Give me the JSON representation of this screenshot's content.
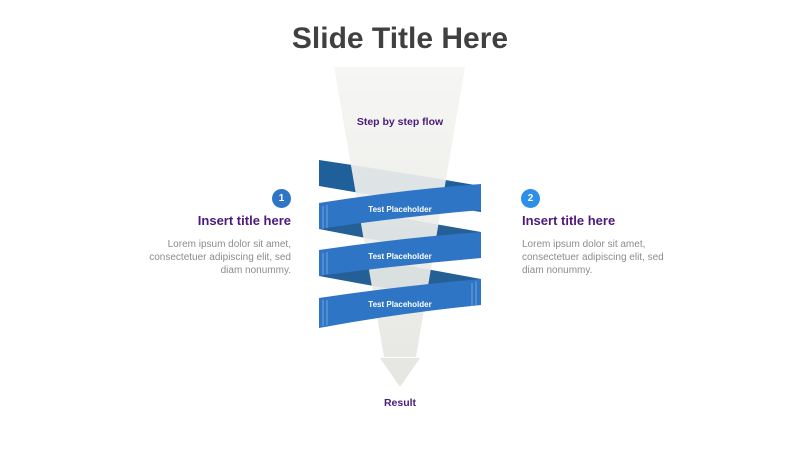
{
  "slide": {
    "title": "Slide Title Here"
  },
  "flow": {
    "top_label": "Step by step flow",
    "bottom_label": "Result",
    "ribbon_labels": [
      "Test Placeholder",
      "Test Placeholder",
      "Test Placeholder"
    ]
  },
  "left_panel": {
    "number": "1",
    "title": "Insert title here",
    "body": "Lorem ipsum dolor sit amet, consectetuer adipiscing elit, sed diam nonummy."
  },
  "right_panel": {
    "number": "2",
    "title": "Insert title here",
    "body": "Lorem ipsum dolor sit amet, consectetuer adipiscing elit, sed diam nonummy."
  },
  "colors": {
    "title": "#404040",
    "accent_purple": "#4b1a7a",
    "ribbon_front": "#2e75c6",
    "ribbon_back": "#1f5f9a",
    "badge_left": "#2e75c6",
    "badge_right": "#2e8fe8",
    "body_text": "#8c8c8c",
    "funnel": "#efefec"
  }
}
